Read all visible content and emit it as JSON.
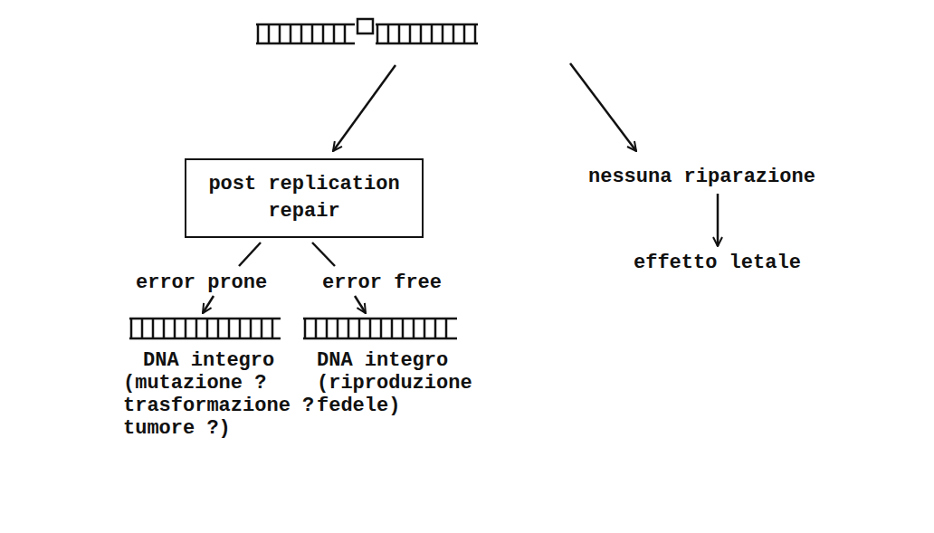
{
  "diagram": {
    "nodes": [
      {
        "text": [
          "post replication repair"
        ]
      }
    ],
    "labels": [
      "nessuna riparazione",
      "effetto letale",
      "error prone",
      "error free",
      "DNA integro",
      "(mutazione ? trasformazione ? tumore ?)",
      "DNA integro",
      "(riproduzione fedele)"
    ]
  }
}
